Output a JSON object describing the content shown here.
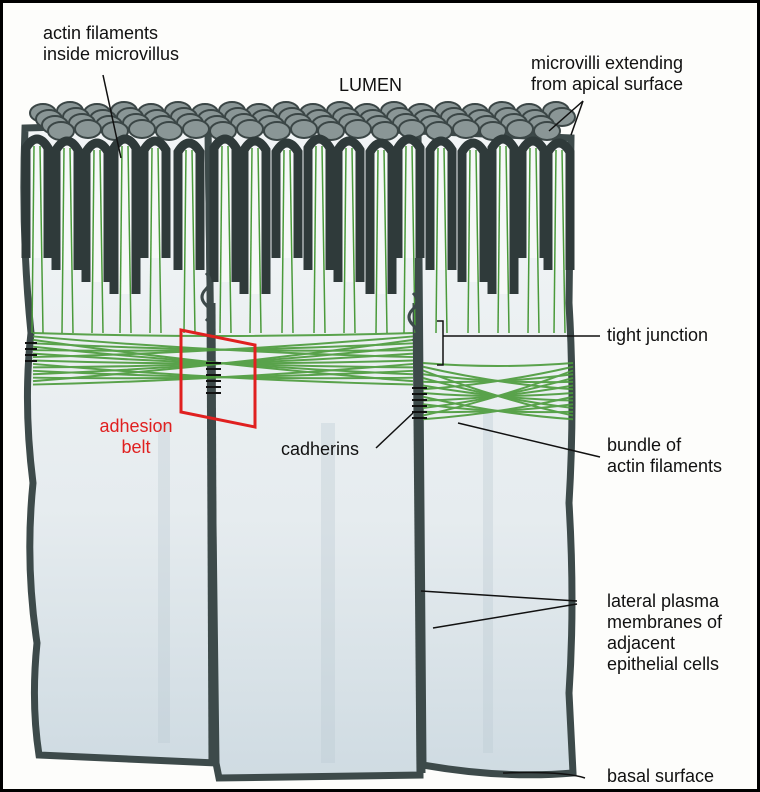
{
  "labels": {
    "actin_filaments_inside_microvillus": "actin filaments\ninside microvillus",
    "lumen": "LUMEN",
    "microvilli": "microvilli extending\nfrom apical surface",
    "tight_junction": "tight junction",
    "adhesion_belt": "adhesion\nbelt",
    "cadherins": "cadherins",
    "bundle_of_actin_filaments": "bundle of\nactin filaments",
    "lateral_plasma_membranes": "lateral plasma\nmembranes of\nadjacent\nepithelial cells",
    "basal_surface": "basal surface"
  },
  "colors": {
    "actin": "#4a9a3a",
    "highlight": "#e02020",
    "membrane": "#3d4a4a",
    "cell_fill": "#dfe6ea"
  }
}
